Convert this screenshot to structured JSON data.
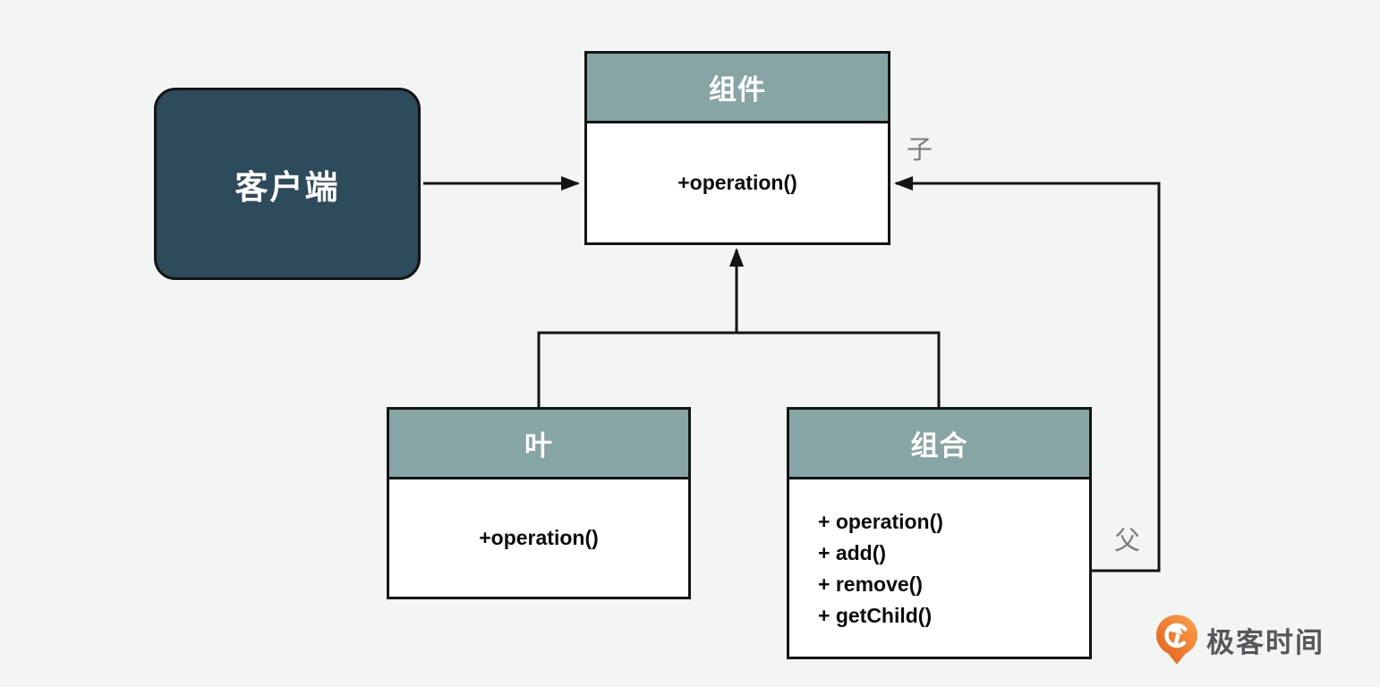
{
  "nodes": {
    "client": {
      "label": "客户端"
    },
    "component": {
      "title": "组件",
      "methods": [
        "+operation()"
      ]
    },
    "leaf": {
      "title": "叶",
      "methods": [
        "+operation()"
      ]
    },
    "composite": {
      "title": "组合",
      "methods": [
        "+ operation()",
        "+ add()",
        "+ remove()",
        "+ getChild()"
      ]
    }
  },
  "edge_labels": {
    "child": "子",
    "parent": "父"
  },
  "logo": {
    "text": "极客时间",
    "icon": "geektime-pin-icon"
  },
  "colors": {
    "background": "#f3f5f4",
    "header_teal": "#88a5a5",
    "client_fill": "#2e4b5c",
    "line": "#141414",
    "label_gray": "#7c7c7c",
    "logo_orange": "#ee6d1f",
    "logo_text": "#56575a"
  }
}
